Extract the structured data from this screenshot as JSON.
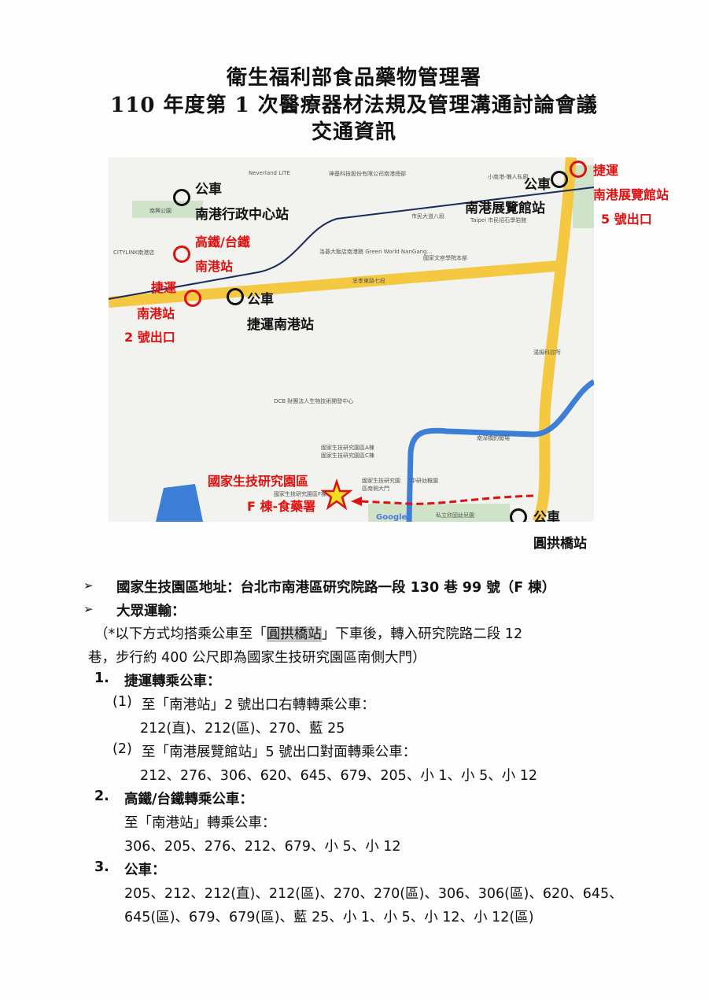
{
  "title": {
    "line1": "衛生福利部食品藥物管理署",
    "line2": "110 年度第 1 次醫療器材法規及管理溝通討論會議",
    "line3": "交通資訊"
  },
  "map": {
    "labels": {
      "bus_admin_center_1": "公車",
      "bus_admin_center_2": "南港行政中心站",
      "hsr_tra_1": "高鐵/台鐵",
      "hsr_tra_2": "南港站",
      "mrt_nangang_1": "捷運",
      "mrt_nangang_2": "南港站",
      "mrt_nangang_3": "2 號出口",
      "bus_mrt_nangang_1": "公車",
      "bus_mrt_nangang_2": "捷運南港站",
      "bus_expo_1": "公車",
      "bus_expo_2": "南港展覽館站",
      "mrt_expo_1": "捷運",
      "mrt_expo_2": "南港展覽館站",
      "mrt_expo_3": "5 號出口",
      "destination_1": "國家生技研究園區",
      "destination_2": "F 棟-食藥署",
      "bus_yuangong_1": "公車",
      "bus_yuangong_2": "圓拱橋站"
    },
    "pois": [
      "Neverland LITE",
      "神基科技股份有限公司南港總部",
      "南興公園",
      "CITYLINK南港店",
      "洛碁大飯店南港館 Green World NanGang...",
      "忠孝東路七段",
      "市民大道八段",
      "Taipei 市民招石學岩館",
      "國家文官學院本部",
      "小南港-懶人私廚",
      "湯姆科診所",
      "DCB 財團法人生物技術開發中心",
      "國家生技研究園區A棟",
      "國家生技研究園區C棟",
      "國家生技研究園區南側大門",
      "中研幼稚園",
      "私立欣固幼兒園",
      "南深橋釣蝦場",
      "國家生技研究園區F棟",
      "Google"
    ],
    "colors": {
      "road": "#f5c842",
      "river": "#3d7fd6",
      "rail": "#1a2a5a",
      "annotation": "#e01010",
      "star": "#f0e020"
    }
  },
  "body": {
    "address": "國家生技園區地址：台北市南港區研究院路一段 130 巷 99 號（F 棟）",
    "transit_heading": "大眾運輸：",
    "note_pre": "（*以下方式均搭乘公車至「",
    "note_highlight": "圓拱橋站",
    "note_post": "」下車後，轉入研究院路二段 12",
    "note_line2": "巷，步行約 400 公尺即為國家生技研究園區南側大門）",
    "item1": {
      "num": "1.",
      "title": "捷運轉乘公車："
    },
    "item1_1": {
      "num": "(1)",
      "text": "至「南港站」2 號出口右轉轉乘公車：",
      "routes": "212(直)、212(區)、270、藍 25"
    },
    "item1_2": {
      "num": "(2)",
      "text": "至「南港展覽館站」5 號出口對面轉乘公車：",
      "routes": "212、276、306、620、645、679、205、小 1、小 5、小 12"
    },
    "item2": {
      "num": "2.",
      "title": "高鐵/台鐵轉乘公車：",
      "text": "至「南港站」轉乘公車：",
      "routes": "306、205、276、212、679、小 5、小 12"
    },
    "item3": {
      "num": "3.",
      "title": "公車：",
      "routes1": "205、212、212(直)、212(區)、270、270(區)、306、306(區)、620、645、",
      "routes2": "645(區)、679、679(區)、藍 25、小 1、小 5、小 12、小 12(區)"
    }
  }
}
